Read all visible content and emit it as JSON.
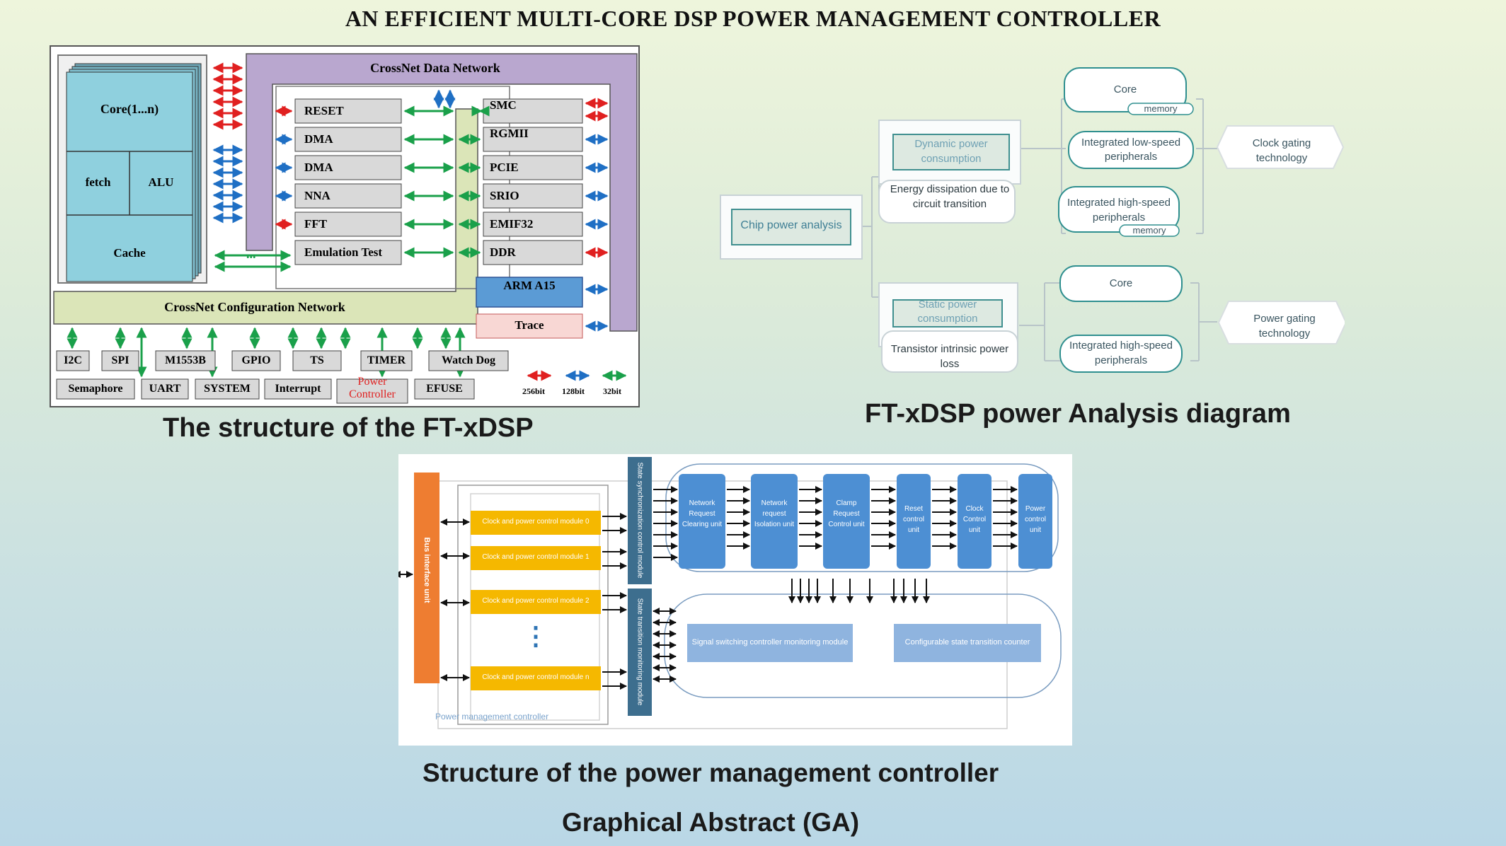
{
  "page_title": "AN EFFICIENT MULTI-CORE DSP POWER MANAGEMENT CONTROLLER",
  "captions": {
    "structure": "The structure of the FT-xDSP",
    "analysis": "FT-xDSP power Analysis diagram",
    "pmc": "Structure of the power management controller",
    "ga": "Graphical Abstract (GA)"
  },
  "structure": {
    "crossnet_data": "CrossNet Data Network",
    "crossnet_config": "CrossNet Configuration Network",
    "core": "Core(1...n)",
    "fetch": "fetch",
    "alu": "ALU",
    "cache": "Cache",
    "dots": "...",
    "left_modules": [
      "RESET",
      "DMA",
      "DMA",
      "NNA",
      "FFT",
      "Emulation Test"
    ],
    "right_modules": [
      "SMC",
      "RGMII",
      "PCIE",
      "SRIO",
      "EMIF32",
      "DDR"
    ],
    "arm": "ARM A15",
    "trace": "Trace",
    "bottom_row1": [
      "I2C",
      "SPI",
      "M1553B",
      "GPIO",
      "TS",
      "TIMER",
      "Watch Dog"
    ],
    "bottom_row2": [
      "Semaphore",
      "UART",
      "SYSTEM",
      "Interrupt",
      "Power Controller",
      "EFUSE"
    ],
    "legend": [
      "256bit",
      "128bit",
      "32bit"
    ]
  },
  "analysis": {
    "chip": "Chip power analysis",
    "dynamic": "Dynamic power consumption",
    "dynamic_desc": "Energy dissipation due to circuit transition",
    "static": "Static power consumption",
    "static_desc": "Transistor intrinsic power loss",
    "core1": "Core",
    "memory1": "memory",
    "low_speed": "Integrated low-speed peripherals",
    "high_speed1": "Integrated high-speed peripherals",
    "memory2": "memory",
    "clock_gating": "Clock gating technology",
    "core2": "Core",
    "high_speed2": "Integrated high-speed peripherals",
    "power_gating": "Power gating technology"
  },
  "pmc": {
    "bus_unit": "Bus interface unit",
    "modules": [
      "Clock and power control module 0",
      "Clock and power control module 1",
      "Clock and power control module 2",
      "Clock and power control module n"
    ],
    "vdots": "⋮",
    "state_sync": "State synchronization control module",
    "state_transition": "State transition monitoring module",
    "units": [
      "Network Request Clearing unit",
      "Network request Isolation unit",
      "Clamp Request Control unit",
      "Reset control unit",
      "Clock Control unit",
      "Power control unit"
    ],
    "signal_switch": "Signal switching controller monitoring module",
    "counter": "Configurable state transition counter",
    "label": "Power management controller"
  },
  "colors": {
    "red": "#e02020",
    "blue": "#1f6fc4",
    "green": "#1aa04a",
    "cyan": "#8fd0de",
    "purple": "#b9a7cf",
    "olive": "#dbe5b8",
    "orange": "#ee7d31",
    "yellow": "#f5b800",
    "unit_blue": "#4d8fd3",
    "dark_teal": "#3d6e8e"
  }
}
